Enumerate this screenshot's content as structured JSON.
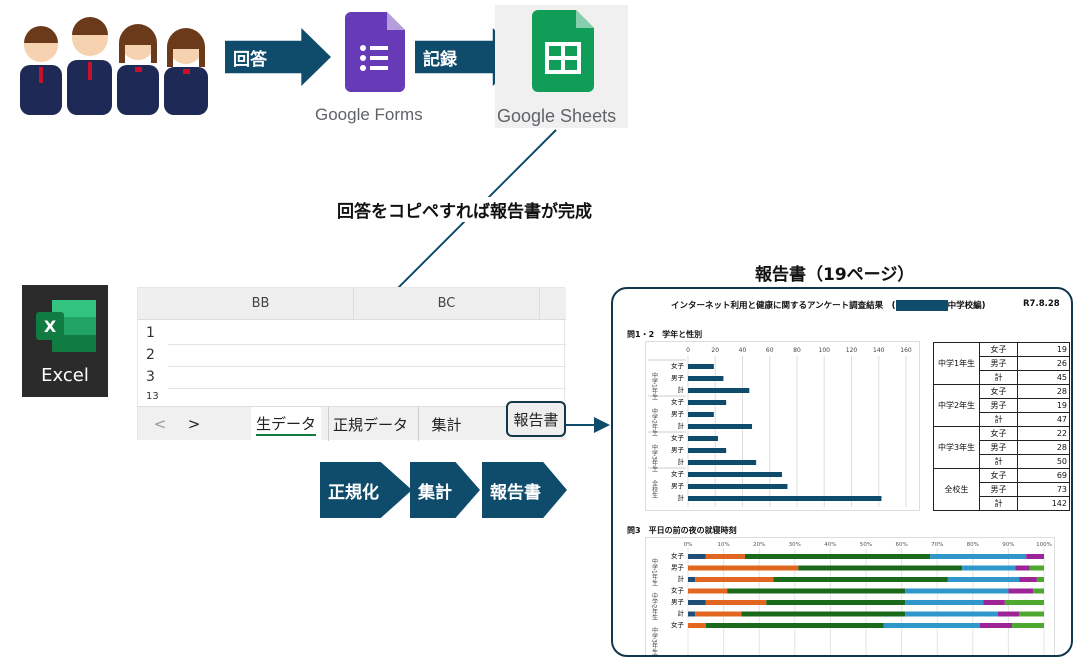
{
  "flow": {
    "answer_label": "回答",
    "record_label": "記録",
    "forms_name": "Google Forms",
    "sheets_name": "Google Sheets",
    "caption": "回答をコピペすれば報告書が完成",
    "excel_name": "Excel"
  },
  "sheet": {
    "columns": [
      "BB",
      "BC"
    ],
    "rows": [
      "1",
      "2",
      "3",
      "13"
    ],
    "nav_prev": "<",
    "nav_next": ">",
    "tabs": [
      "生データ",
      "正規データ",
      "集計",
      "報告書"
    ]
  },
  "steps": [
    "正規化",
    "集計",
    "報告書"
  ],
  "report": {
    "heading": "報告書（19ページ）",
    "title": "インターネット利用と健康に関するアンケート調査結果　(",
    "title_suffix": "中学校編)",
    "date": "R7.8.28",
    "q12": "問1・2　学年と性別",
    "q3": "問3　平日の前の夜の就寝時刻",
    "table": [
      {
        "group": "中学1年生",
        "rows": [
          [
            "女子",
            "19"
          ],
          [
            "男子",
            "26"
          ],
          [
            "計",
            "45"
          ]
        ]
      },
      {
        "group": "中学2年生",
        "rows": [
          [
            "女子",
            "28"
          ],
          [
            "男子",
            "19"
          ],
          [
            "計",
            "47"
          ]
        ]
      },
      {
        "group": "中学3年生",
        "rows": [
          [
            "女子",
            "22"
          ],
          [
            "男子",
            "28"
          ],
          [
            "計",
            "50"
          ]
        ]
      },
      {
        "group": "全校生",
        "rows": [
          [
            "女子",
            "69"
          ],
          [
            "男子",
            "73"
          ],
          [
            "計",
            "142"
          ]
        ]
      }
    ]
  },
  "chart_data": [
    {
      "type": "bar",
      "orientation": "horizontal",
      "title": "問1・2　学年と性別",
      "groups": [
        "中学1年生",
        "中学2年生",
        "中学3年生",
        "全校生"
      ],
      "categories": [
        "女子",
        "男子",
        "計",
        "女子",
        "男子",
        "計",
        "女子",
        "男子",
        "計",
        "女子",
        "男子",
        "計"
      ],
      "values": [
        19,
        26,
        45,
        28,
        19,
        47,
        22,
        28,
        50,
        69,
        73,
        142
      ],
      "xlim": [
        0,
        160
      ],
      "xticks": [
        "0",
        "20",
        "40",
        "60",
        "80",
        "100",
        "120",
        "140",
        "160"
      ],
      "color": "#0f4c6c",
      "grid": true
    },
    {
      "type": "bar",
      "stacked": "percent",
      "orientation": "horizontal",
      "title": "問3　平日の前の夜の就寝時刻",
      "groups": [
        "中学1年生",
        "中学2年生",
        "中学3年生"
      ],
      "categories": [
        "女子",
        "男子",
        "計",
        "女子",
        "男子",
        "計",
        "女子"
      ],
      "xticks": [
        "0%",
        "10%",
        "20%",
        "30%",
        "40%",
        "50%",
        "60%",
        "70%",
        "80%",
        "90%",
        "100%"
      ],
      "colors": [
        "#1f4e79",
        "#e2661f",
        "#1b6a1b",
        "#2f97c9",
        "#9c2497",
        "#4ea72e"
      ],
      "series_values": [
        [
          5,
          11,
          52,
          27,
          5,
          0
        ],
        [
          0,
          31,
          46,
          15,
          4,
          4
        ],
        [
          2,
          22,
          49,
          20,
          5,
          2
        ],
        [
          0,
          11,
          50,
          29,
          7,
          3
        ],
        [
          5,
          17,
          39,
          22,
          6,
          11
        ],
        [
          2,
          13,
          46,
          26,
          6,
          7
        ],
        [
          0,
          5,
          50,
          27,
          9,
          9
        ]
      ]
    }
  ]
}
